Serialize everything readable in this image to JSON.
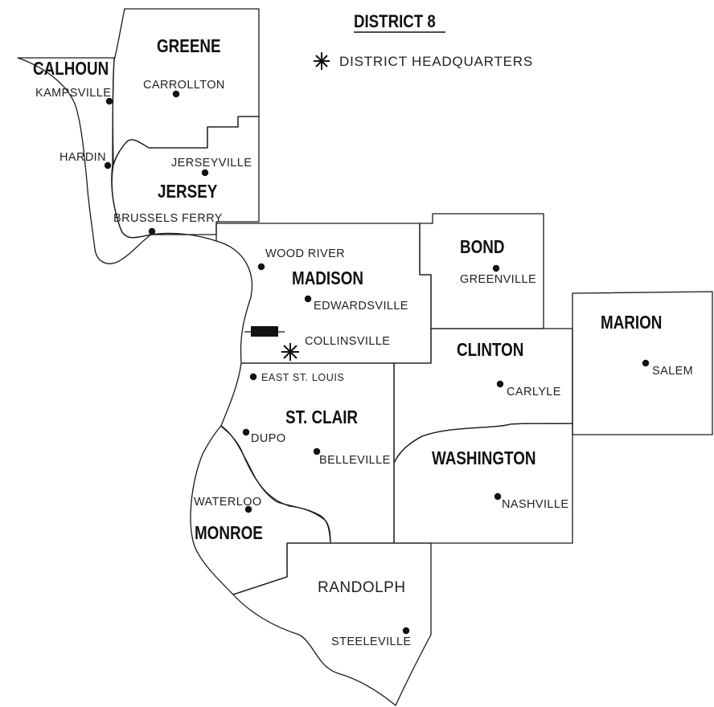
{
  "map": {
    "title": "DISTRICT 8",
    "legend": {
      "headquarters_label": "DISTRICT HEADQUARTERS",
      "icon": "asterisk-icon"
    },
    "counties": {
      "calhoun": "CALHOUN",
      "greene": "GREENE",
      "jersey": "JERSEY",
      "madison": "MADISON",
      "bond": "BOND",
      "marion": "MARION",
      "clinton": "CLINTON",
      "st_clair": "ST. CLAIR",
      "washington": "WASHINGTON",
      "monroe": "MONROE",
      "randolph": "RANDOLPH"
    },
    "cities": {
      "kampsville": "KAMPSVILLE",
      "carrollton": "CARROLLTON",
      "hardin": "HARDIN",
      "jerseyville": "JERSEYVILLE",
      "brussels_ferry": "BRUSSELS FERRY",
      "wood_river": "WOOD RIVER",
      "edwardsville": "EDWARDSVILLE",
      "collinsville": "COLLINSVILLE",
      "greenville": "GREENVILLE",
      "salem": "SALEM",
      "carlyle": "CARLYLE",
      "east_st_louis": "EAST ST. LOUIS",
      "dupo": "DUPO",
      "belleville": "BELLEVILLE",
      "nashville": "NASHVILLE",
      "waterloo": "WATERLOO",
      "steeleville": "STEELEVILLE"
    },
    "colors": {
      "ink": "#111111",
      "background": "#ffffff"
    }
  }
}
